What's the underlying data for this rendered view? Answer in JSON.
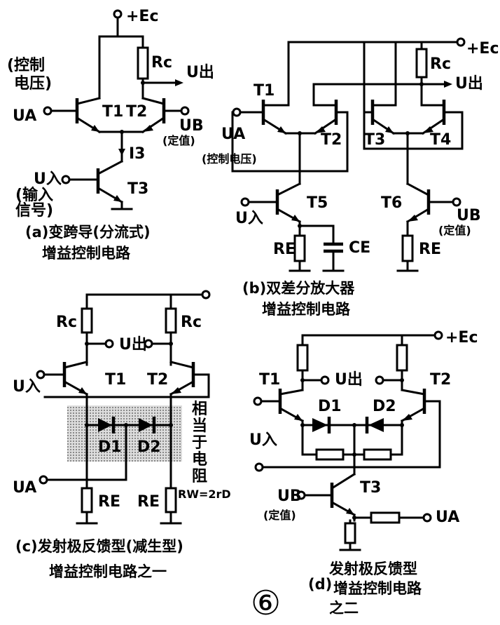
{
  "figure_number": "⑥",
  "circuit_a": {
    "supply": "+Ec",
    "rc": "Rc",
    "out": "U出",
    "control_voltage_1": "(控制",
    "control_voltage_2": "电压)",
    "ua": "UA",
    "t1": "T1",
    "t2": "T2",
    "ub": "UB",
    "fixed_value": "(定值)",
    "i3": "I3",
    "u_in": "U入",
    "input_signal_1": "(输入",
    "input_signal_2": "信号)",
    "t3": "T3",
    "caption_1": "(a)变跨导(分流式)",
    "caption_2": "增益控制电路"
  },
  "circuit_b": {
    "supply": "+Ec",
    "rc": "Rc",
    "out": "U出",
    "t1": "T1",
    "t2": "T2",
    "t3": "T3",
    "t4": "T4",
    "ua": "UA",
    "control_voltage": "(控制电压)",
    "u_in": "U入",
    "t5": "T5",
    "t6": "T6",
    "ub": "UB",
    "fixed_value": "(定值)",
    "re_left": "RE",
    "ce": "CE",
    "re_right": "RE",
    "caption_1": "(b)双差分放大器",
    "caption_2": "增益控制电路"
  },
  "circuit_c": {
    "rc_left": "Rc",
    "rc_right": "Rc",
    "out": "U出",
    "u_in": "U入",
    "t1": "T1",
    "t2": "T2",
    "equiv_resistor": [
      "相",
      "当",
      "于",
      "电",
      "阻"
    ],
    "d1": "D1",
    "d2": "D2",
    "ua": "UA",
    "re_left": "RE",
    "re_right": "RE",
    "rw": "RW=2rD",
    "caption_1": "(c)发射极反馈型(减生型)",
    "caption_2": "增益控制电路之一"
  },
  "circuit_d": {
    "supply": "+Ec",
    "t1": "T1",
    "out": "U出",
    "t2": "T2",
    "d1": "D1",
    "d2": "D2",
    "u_in": "U入",
    "ub": "UB",
    "fixed_value": "(定值)",
    "t3": "T3",
    "ua": "UA",
    "caption_1": "发射极反馈型",
    "caption_prefix": "(d)",
    "caption_2": "增益控制电路",
    "caption_3": "之二"
  }
}
